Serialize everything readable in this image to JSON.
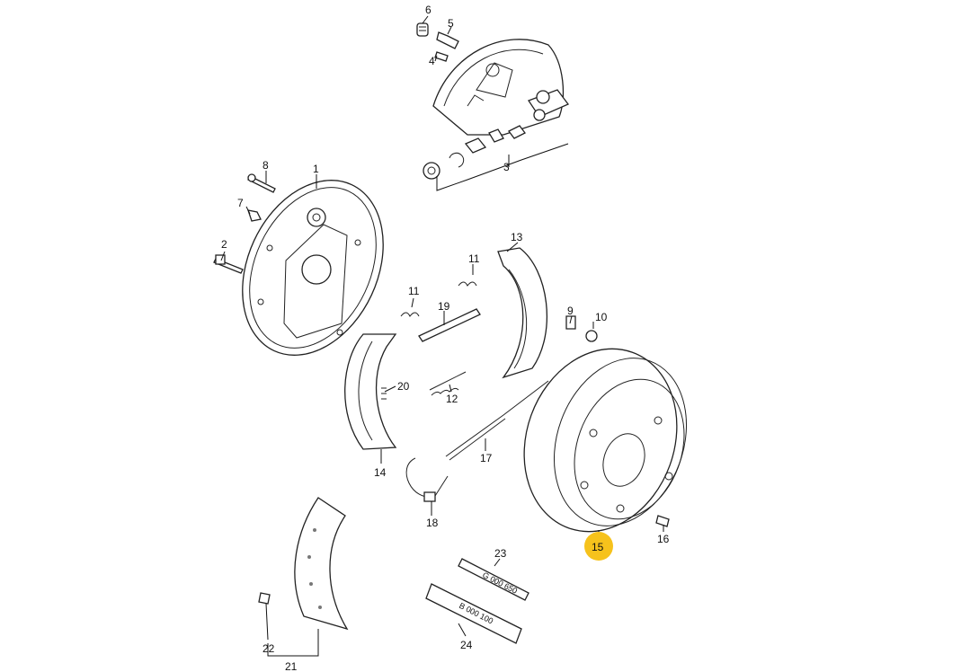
{
  "diagram": {
    "highlighted_part": "15",
    "highlight_color": "#f6c21c",
    "callouts": [
      "1",
      "2",
      "3",
      "4",
      "5",
      "6",
      "7",
      "8",
      "9",
      "10",
      "11",
      "11",
      "12",
      "13",
      "14",
      "15",
      "16",
      "17",
      "18",
      "19",
      "20",
      "21",
      "22",
      "23",
      "24"
    ],
    "tube_23_text": "G 000 650",
    "tube_24_text": "B 000 100"
  }
}
